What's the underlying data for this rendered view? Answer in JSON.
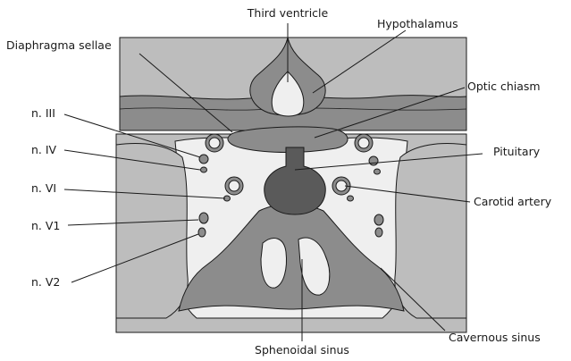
{
  "labels": {
    "third_ventricle": "Third ventricle",
    "hypothalamus": "Hypothalamus",
    "diaphragma_sellae": "Diaphragma sellae",
    "optic_chiasm": "Optic chiasm",
    "n_iii": "n. III",
    "n_iv": "n. IV",
    "n_vi": "n. VI",
    "n_v1": "n. V1",
    "n_v2": "n. V2",
    "pituitary": "Pituitary",
    "carotid_artery": "Carotid artery",
    "sphenoidal_sinus": "Sphenoidal sinus",
    "cavernous_sinus": "Cavernous sinus"
  },
  "colors": {
    "light_gray": "#bdbdbd",
    "mid_gray": "#8c8c8c",
    "dark_gray": "#5a5a5a",
    "pale_fill": "#efefef",
    "outline": "#1a1a1a"
  }
}
